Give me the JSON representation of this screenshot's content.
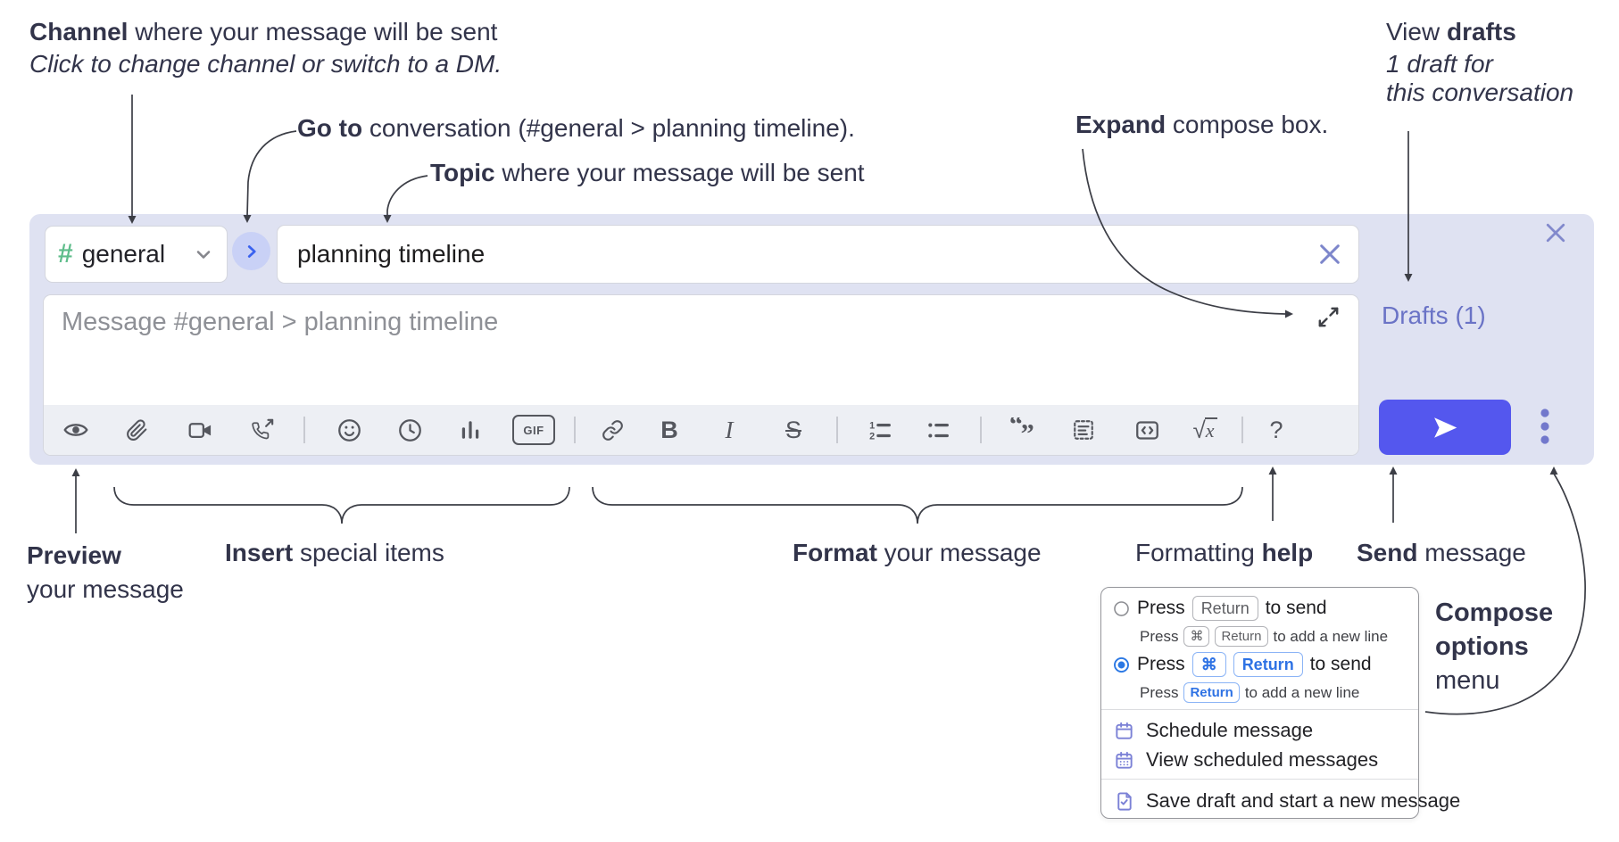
{
  "annotations": {
    "channel_bold": "Channel",
    "channel_rest": " where your message will be sent",
    "channel_sub": "Click to change channel or switch to a DM.",
    "goto_bold": "Go to",
    "goto_rest": " conversation (#general > planning timeline).",
    "topic_bold": "Topic",
    "topic_rest": " where your message will be sent",
    "expand_bold": "Expand",
    "expand_rest": " compose box.",
    "drafts_pre": "View ",
    "drafts_bold": "drafts",
    "drafts_line2": "1 draft for",
    "drafts_line3": "this conversation",
    "preview_bold": "Preview",
    "preview_line2": "your message",
    "insert_bold": "Insert",
    "insert_rest": " special items",
    "format_bold": "Format",
    "format_rest": " your message",
    "help_pre": "Formatting ",
    "help_bold": "help",
    "send_bold": "Send",
    "send_rest": " message",
    "compose_line1": "Compose",
    "compose_line2": "options",
    "compose_line3": "menu"
  },
  "composer": {
    "channel_hash": "#",
    "channel_name": "general",
    "topic_value": "planning timeline",
    "message_placeholder": "Message #general > planning timeline",
    "drafts_link": "Drafts (1)"
  },
  "toolbar": {
    "bold_label": "B",
    "italic_label": "I",
    "strike_label": "S",
    "gif_label": "GIF",
    "formula_sqrt": "√",
    "formula_x": "x",
    "help_label": "?"
  },
  "menu": {
    "opt1_pre": "Press",
    "opt1_kbd": "Return",
    "opt1_post": "to send",
    "opt1_sub_pre": "Press",
    "opt1_sub_kbd1": "⌘",
    "opt1_sub_kbd2": "Return",
    "opt1_sub_post": "to add a new line",
    "opt2_pre": "Press",
    "opt2_kbd1": "⌘",
    "opt2_kbd2": "Return",
    "opt2_post": "to send",
    "opt2_sub_pre": "Press",
    "opt2_sub_kbd": "Return",
    "opt2_sub_post": "to add a new line",
    "item_schedule": "Schedule message",
    "item_view_scheduled": "View scheduled messages",
    "item_save_draft": "Save draft and start a new message"
  },
  "colors": {
    "composer_bg": "#dfe2f2",
    "send_accent": "#5457ee",
    "channel_hash_green": "#5fbd8b",
    "drafts_purple": "#6a73c6",
    "kbd_blue": "#2e72e4",
    "menu_icon_purple": "#7b81d6"
  }
}
